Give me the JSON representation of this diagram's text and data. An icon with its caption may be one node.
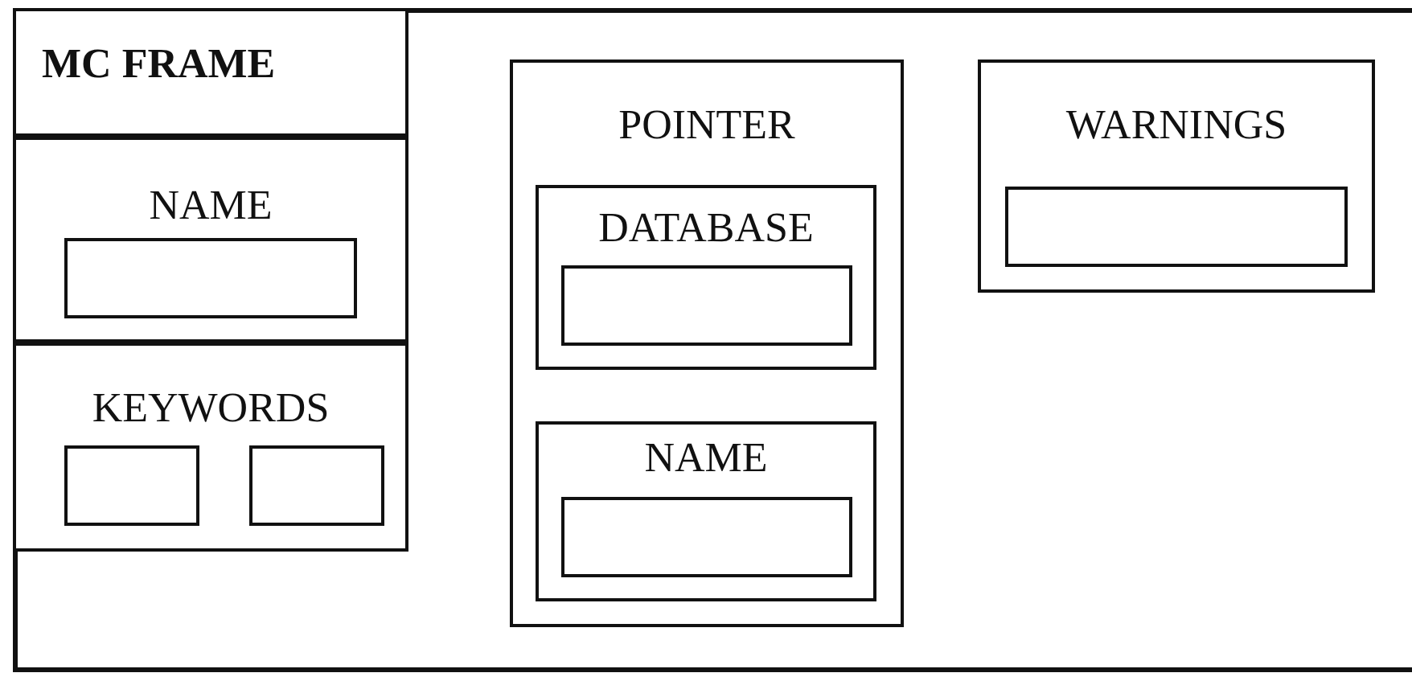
{
  "diagram": {
    "nodes": [
      {
        "text": [],
        "shape": "box"
      },
      {
        "text": [
          "MC FRAME"
        ],
        "in": 0
      },
      {
        "text": [
          "NAME"
        ],
        "in": 0
      },
      {
        "text": [],
        "shape": "box",
        "in": 2
      },
      {
        "text": [
          "KEYWORDS"
        ],
        "in": 0
      },
      {
        "text": [],
        "shape": "box",
        "in": 4
      },
      {
        "text": [],
        "shape": "box",
        "in": 4
      },
      {
        "text": [
          "POINTER"
        ],
        "in": 0
      },
      {
        "text": [
          "DATABASE"
        ],
        "in": 7
      },
      {
        "text": [],
        "shape": "box",
        "in": 8
      },
      {
        "text": [
          "NAME"
        ],
        "in": 7
      },
      {
        "text": [],
        "shape": "box",
        "in": 10
      },
      {
        "text": [
          "WARNINGS"
        ],
        "in": 0
      },
      {
        "text": [],
        "shape": "box",
        "in": 12
      }
    ],
    "edges": []
  }
}
